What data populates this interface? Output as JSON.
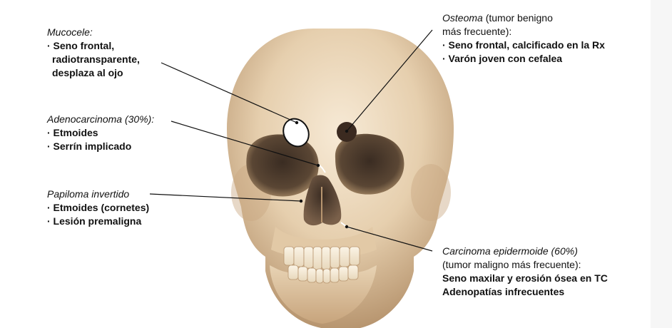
{
  "annotations": {
    "mucocele": {
      "title": "Mucocele:",
      "items": [
        "· Seno frontal,",
        "radiotransparente,",
        "desplaza al ojo"
      ]
    },
    "adenocarcinoma": {
      "title": "Adenocarcinoma (30%):",
      "items": [
        "· Etmoides",
        "· Serrín implicado"
      ]
    },
    "papiloma": {
      "title": "Papiloma invertido",
      "items": [
        "· Etmoides (cornetes)",
        "· Lesión premaligna"
      ]
    },
    "osteoma": {
      "title": "Osteoma",
      "title_rest": " (tumor benigno",
      "line2": "más frecuente):",
      "items": [
        "· Seno frontal, calcificado en la Rx",
        "· Varón joven con cefalea"
      ]
    },
    "carcinoma": {
      "title": "Carcinoma epidermoide (60%)",
      "line2": "(tumor maligno más frecuente):",
      "items": [
        "Seno maxilar y erosión ósea en TC",
        "Adenopatías infrecuentes"
      ]
    }
  },
  "colors": {
    "bone_light": "#f3e2c8",
    "bone_mid": "#dcc09a",
    "bone_dark": "#9a7a58",
    "socket": "#4a3a2e",
    "osteoma_dot": "#3b2a20",
    "leader_line": "#111111"
  }
}
